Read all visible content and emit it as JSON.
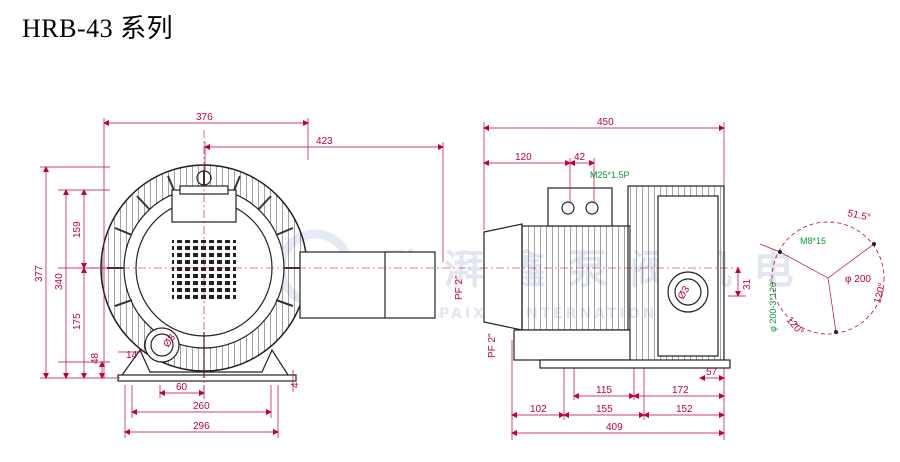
{
  "title": "HRB-43 系列",
  "watermark": {
    "cn": "鹏 湃 鑫 泵 阀 机 电",
    "en": "PENGPAIXIN INTERNATIONAL",
    "logo_letters": "DX"
  },
  "front_view": {
    "width_376": "376",
    "width_423": "423",
    "height_377": "377",
    "height_340": "340",
    "height_159": "159",
    "height_175": "175",
    "height_48": "48",
    "dim_14": "14",
    "dim_60": "60",
    "dim_260": "260",
    "dim_296": "296",
    "dim_4": "4",
    "pipe_phi": "Ø3",
    "pipe_thread": "PF 2\""
  },
  "side_view": {
    "length_450": "450",
    "dim_120": "120",
    "dim_42": "42",
    "conduit": "M25*1.5P",
    "dim_31": "31",
    "dim_57": "57",
    "dim_115": "115",
    "dim_172": "172",
    "dim_102": "102",
    "dim_155": "155",
    "dim_152": "152",
    "dim_409": "409",
    "pipe_phi": "Ø3",
    "pipe_thread": "PF 2\"",
    "pcd": "φ 200-3*120°"
  },
  "flange_view": {
    "angle_51": "51.5°",
    "bolt": "M8*15",
    "dia": "φ 200",
    "angle_120a": "120°",
    "angle_120b": "120°"
  }
}
